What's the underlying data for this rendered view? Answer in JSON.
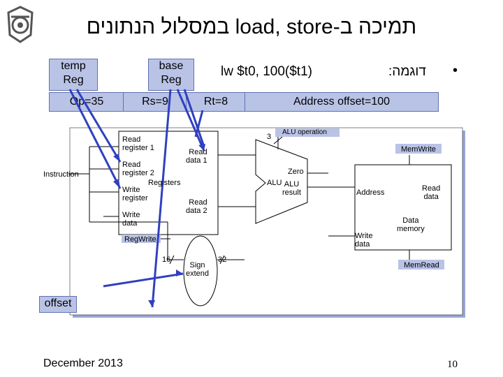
{
  "title": "תמיכה ב-load, store במסלול הנתונים",
  "callouts": {
    "temp_reg": "temp\nReg",
    "base_reg": "base\nReg",
    "offset": "offset"
  },
  "example": {
    "bullet": "•",
    "label": "דוגמה:",
    "instruction": "lw $t0, 100($t1)"
  },
  "fields": {
    "op": "Op=35",
    "rs": "Rs=9",
    "rt": "Rt=8",
    "offset": "Address offset=100"
  },
  "datapath": {
    "instruction": "Instruction",
    "read_reg1": "Read\nregister 1",
    "read_reg2": "Read\nregister 2",
    "registers": "Registers",
    "write_register": "Write\nregister",
    "write_data": "Write\ndata",
    "read_data1": "Read\ndata 1",
    "read_data2": "Read\ndata 2",
    "alu_op_bits": "3",
    "alu_operation": "ALU operation",
    "zero": "Zero",
    "alu": "ALU",
    "alu_result": "ALU\nresult",
    "mem_write": "MemWrite",
    "address": "Address",
    "read_data": "Read\ndata",
    "data_memory": "Data\nmemory",
    "mem_write_data": "Write\ndata",
    "mem_read": "MemRead",
    "reg_write": "RegWrite",
    "bits16": "16",
    "sign_extend": "Sign\nextend",
    "bits32": "32"
  },
  "footer": {
    "date": "December 2013",
    "page": "10"
  },
  "colors": {
    "accent_fill": "#b9c3e6",
    "accent_line": "#3040c0",
    "shadow": "#9aa6d6"
  }
}
